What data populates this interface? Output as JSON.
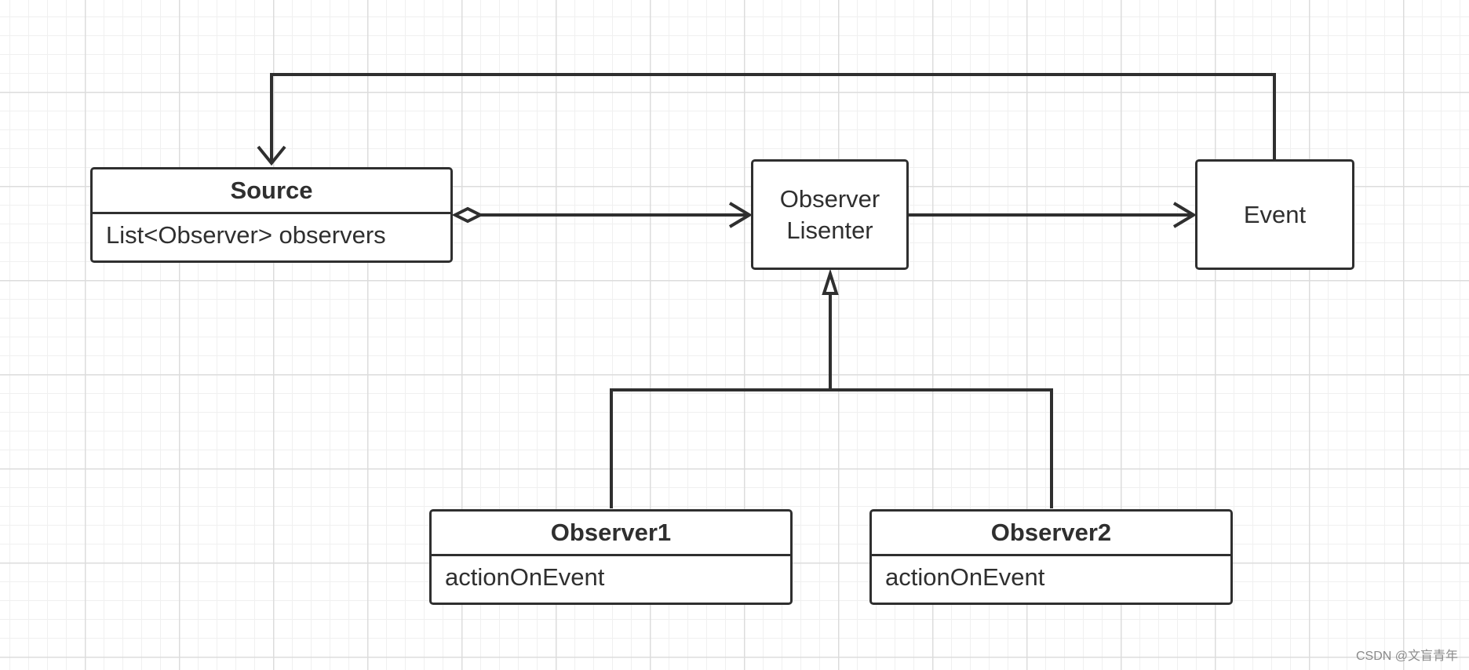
{
  "diagram": {
    "source": {
      "title": "Source",
      "attribute": "List<Observer> observers"
    },
    "listener": {
      "line1": "Observer",
      "line2": "Lisenter"
    },
    "event": {
      "label": "Event"
    },
    "observer1": {
      "title": "Observer1",
      "method": "actionOnEvent"
    },
    "observer2": {
      "title": "Observer2",
      "method": "actionOnEvent"
    }
  },
  "watermark": "CSDN @文盲青年",
  "colors": {
    "stroke": "#2f2f2f",
    "grid_major": "#dcdcdc",
    "grid_minor": "#f0f0f0",
    "background": "#ffffff"
  }
}
